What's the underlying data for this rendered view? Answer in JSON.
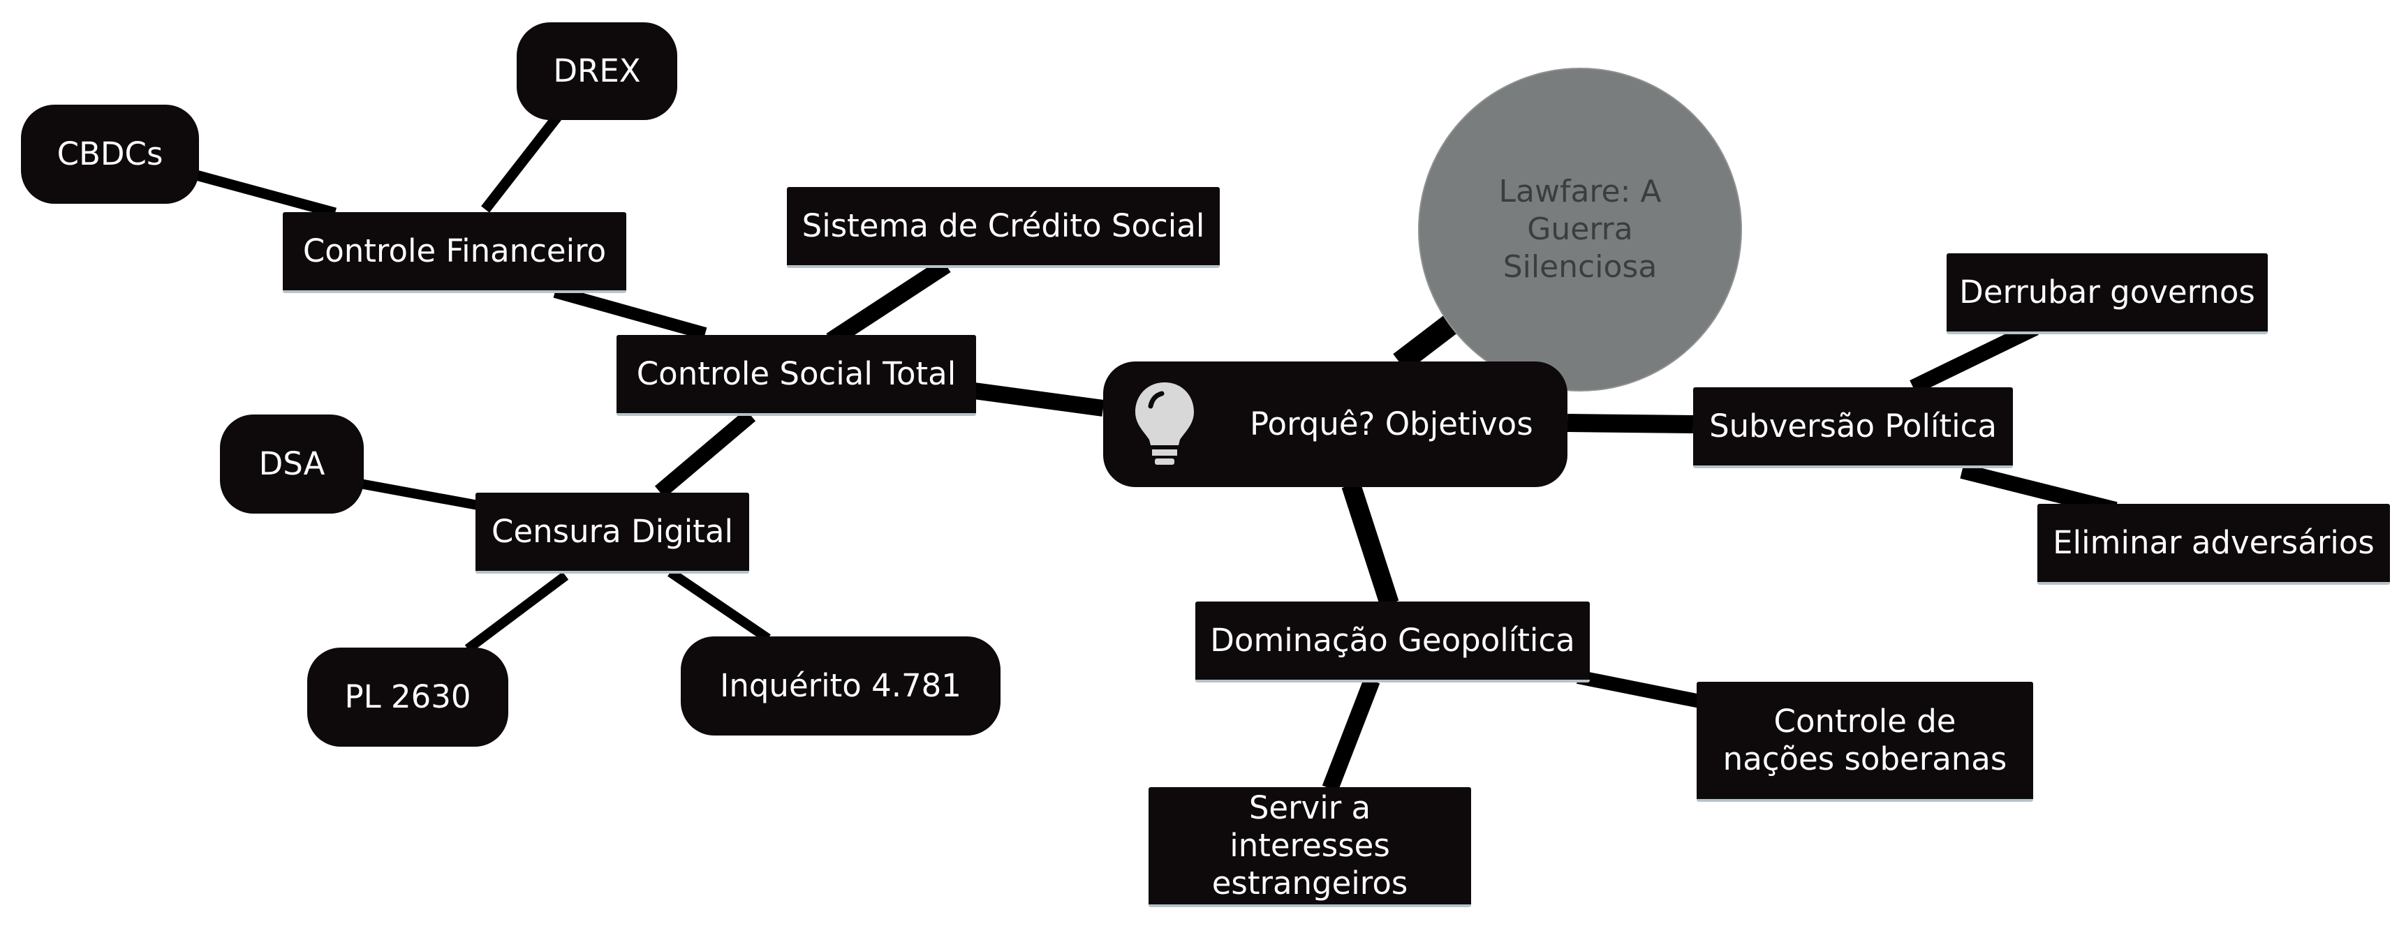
{
  "root": {
    "label": "Porquê? Objetivos",
    "icon": "lightbulb-icon"
  },
  "floating_topic": {
    "label": "Lawfare: A Guerra Silenciosa"
  },
  "topics": {
    "controle_social_total": {
      "label": "Controle Social Total",
      "children": {
        "credito_social": {
          "label": "Sistema de Crédito Social"
        },
        "controle_financeiro": {
          "label": "Controle Financeiro",
          "children": {
            "drex": "DREX",
            "cbdcs": "CBDCs"
          }
        },
        "censura_digital": {
          "label": "Censura Digital",
          "children": {
            "dsa": "DSA",
            "pl2630": "PL 2630",
            "inquerito": "Inquérito 4.781"
          }
        }
      }
    },
    "subversao_politica": {
      "label": "Subversão Política",
      "children": {
        "derrubar": "Derrubar governos",
        "eliminar": "Eliminar adversários"
      }
    },
    "dominacao_geopolitica": {
      "label": "Dominação Geopolítica",
      "children": {
        "servir": "Servir a interesses estrangeiros",
        "controle_nacoes": "Controle de nações soberanas"
      }
    }
  },
  "colors": {
    "node_fill": "#0e0a0b",
    "node_text": "#ffffff",
    "floating_fill": "#7a7d7d",
    "underline": "#b6c3c9"
  }
}
